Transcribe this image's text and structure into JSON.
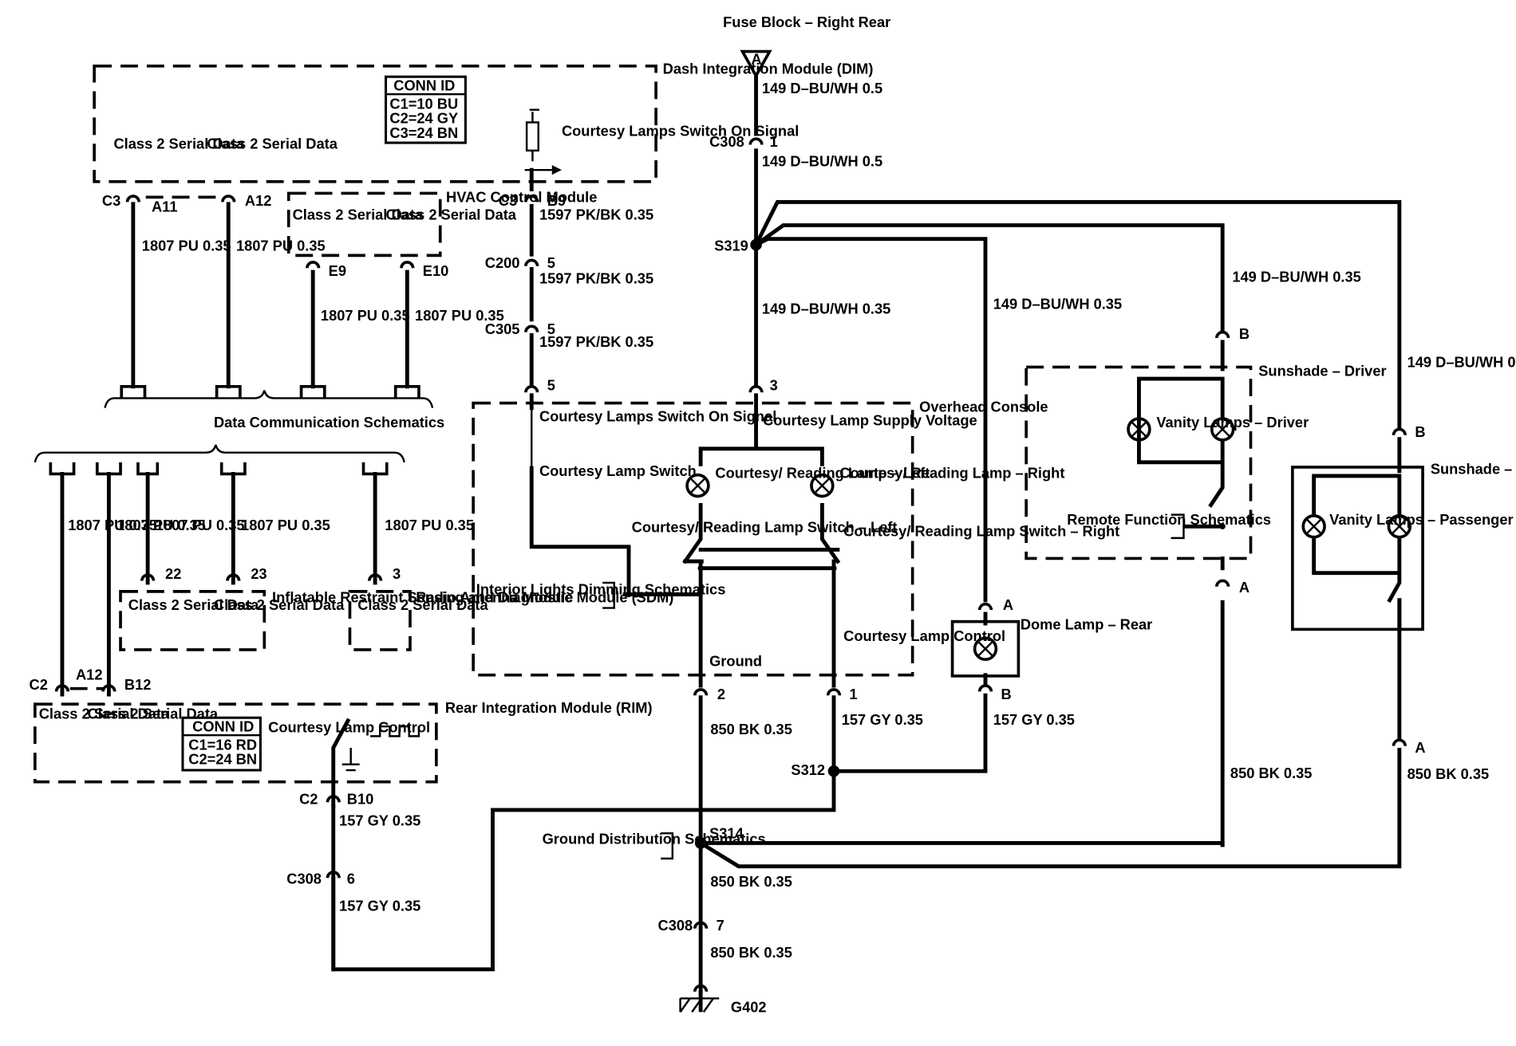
{
  "components": {
    "fuse_block": "Fuse Block – Right Rear",
    "fuse_letter": "A",
    "dim": "Dash Integration Module (DIM)",
    "dim_conn_title": "CONN ID",
    "dim_conn_lines": [
      "C1=10 BU",
      "C2=24 GY",
      "C3=24 BN"
    ],
    "hvac": "HVAC Control Module",
    "sdm": "Inflatable Restraint Sensing and Diagnostic Module (SDM)",
    "radio": "Radio Antenna Module",
    "rim": "Rear Integration Module (RIM)",
    "rim_conn_title": "CONN ID",
    "rim_conn_lines": [
      "C1=16 RD",
      "C2=24 BN"
    ],
    "overhead": "Overhead Console",
    "dome": "Dome Lamp – Rear",
    "sunshade_driver": "Sunshade – Driver",
    "sunshade_passenger": "Sunshade – Passenger",
    "vanity_driver": "Vanity Lamps – Driver",
    "vanity_passenger": "Vanity Lamps – Passenger",
    "ground": "G402"
  },
  "labels": {
    "class2": "Class 2 Serial Data",
    "courtesy_switch_on": "Courtesy Lamps Switch On Signal",
    "courtesy_supply": "Courtesy Lamp Supply Voltage",
    "courtesy_lamp_switch": "Courtesy Lamp Switch",
    "reading_left": "Courtesy/ Reading Lamp – Left",
    "reading_right": "Courtesy/ Reading Lamp – Right",
    "switch_left": "Courtesy/ Reading Lamp Switch – Left",
    "switch_right": "Courtesy/ Reading Lamp Switch – Right",
    "courtesy_control": "Courtesy Lamp Control",
    "ground_label": "Ground",
    "rim_courtesy": "Courtesy Lamp Control",
    "data_comm": "Data Communication Schematics",
    "interior_dimming": "Interior Lights Dimming Schematics",
    "remote_function": "Remote Function Schematics",
    "ground_dist": "Ground Distribution Schematics"
  },
  "wires": {
    "pu1807": "1807 PU 0.35",
    "pkbk1597": "1597 PK/BK 0.35",
    "dbuwh149_05": "149 D–BU/WH 0.5",
    "dbuwh149_035": "149 D–BU/WH 0.35",
    "gy157": "157 GY 0.35",
    "bk850": "850 BK 0.35"
  },
  "connectors": {
    "c3": "C3",
    "a11": "A11",
    "a12": "A12",
    "e9": "E9",
    "e10": "E10",
    "b9": "B9",
    "c200": "C200",
    "c305": "C305",
    "c308": "C308",
    "n1": "1",
    "n2": "2",
    "n3": "3",
    "n5": "5",
    "n6": "6",
    "n7": "7",
    "n22": "22",
    "n23": "23",
    "c2": "C2",
    "b12": "B12",
    "b10": "B10",
    "pa": "A",
    "pb": "B"
  },
  "splices": {
    "s319": "S319",
    "s312": "S312",
    "s314": "S314"
  }
}
